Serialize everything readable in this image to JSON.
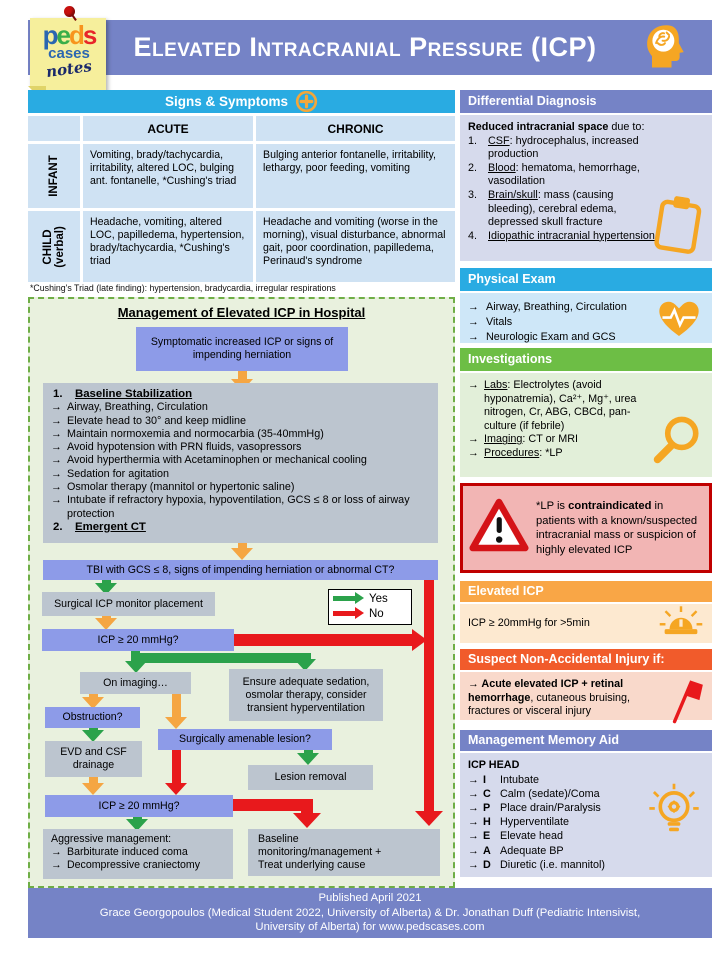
{
  "colors": {
    "header_purple": "#7583C6",
    "cyan": "#29ABE2",
    "table_cell_blue": "#CFE2F3",
    "flow_bg": "#E9F1DE",
    "flow_border_green": "#6FAE46",
    "node_blue": "#8D9BE8",
    "node_gray": "#BCC5CF",
    "arrow_green": "#2BA24B",
    "arrow_red": "#E8191C",
    "arrow_orange": "#F5A643",
    "lavender_body": "#D6DAEC",
    "light_blue_body": "#CEE7F8",
    "green_header": "#6DBE45",
    "light_green_body": "#E2EFD9",
    "warning_bg": "#F2B5B4",
    "warning_border": "#C00000",
    "orange_header": "#F9A646",
    "light_orange_body": "#FDE9D0",
    "deep_orange_header": "#F15B2B",
    "light_salmon_body": "#F9D9CB",
    "icon_orange": "#F5A623",
    "note_yellow": "#F6EF9C"
  },
  "icons": {
    "header": "head-brain-icon",
    "logo": "sticky-note-logo",
    "signs": "plus-circle-icon",
    "differential": "clipboard-icon",
    "physical_exam": "heart-pulse-icon",
    "investigations": "magnifier-icon",
    "lp_warning": "warning-triangle-icon",
    "elevated_icp": "siren-icon",
    "nai": "red-flag-icon",
    "memory_aid": "lightbulb-gear-icon"
  },
  "glyphs": {
    "arrow": "→"
  },
  "header": {
    "title": "Elevated Intracranial Pressure (ICP)",
    "logo": {
      "p": "p",
      "e": "e",
      "d": "d",
      "s": "s",
      "cases": "cases",
      "notes": "notes"
    }
  },
  "signs": {
    "title": "Signs & Symptoms",
    "col_acute": "ACUTE",
    "col_chronic": "CHRONIC",
    "rows": [
      {
        "label": "INFANT",
        "acute": "Vomiting, brady/tachycardia, irritability, altered LOC, bulging ant. fontanelle, *Cushing's triad",
        "chronic": "Bulging anterior fontanelle, irritability, lethargy, poor feeding, vomiting"
      },
      {
        "label": "CHILD",
        "sublabel": "(verbal)",
        "acute": "Headache, vomiting, altered LOC, papilledema, hypertension, brady/tachycardia, *Cushing's triad",
        "chronic": "Headache and vomiting (worse in the morning), visual disturbance, abnormal gait, poor coordination, papilledema, Perinaud's syndrome"
      }
    ],
    "footnote": "*Cushing's Triad (late finding): hypertension, bradycardia, irregular respirations"
  },
  "flow": {
    "title": "Management of Elevated ICP in Hospital",
    "symptomatic": "Symptomatic increased ICP or signs of impending herniation",
    "stab": {
      "n1": "1.",
      "h1": "Baseline Stabilization",
      "items": [
        "Airway, Breathing, Circulation",
        "Elevate head to 30° and keep midline",
        "Maintain normoxemia and normocarbia (35-40mmHg)",
        "Avoid hypotension with PRN fluids, vasopressors",
        "Avoid hyperthermia with Acetaminophen or mechanical cooling",
        "Sedation for agitation",
        "Osmolar therapy (mannitol or hypertonic saline)",
        "Intubate if refractory hypoxia, hypoventilation, GCS ≤ 8 or loss of airway protection"
      ],
      "n2": "2.",
      "h2": "Emergent CT"
    },
    "tbi": "TBI with GCS ≤ 8, signs of impending herniation or abnormal CT?",
    "monitor": "Surgical ICP monitor placement",
    "legend": {
      "yes": "Yes",
      "no": "No"
    },
    "icp1": "ICP ≥ 20 mmHg?",
    "imaging": "On imaging…",
    "ensure": "Ensure adequate sedation, osmolar therapy, consider transient hyperventilation",
    "obstruction": "Obstruction?",
    "evd": "EVD and CSF drainage",
    "lesionq": "Surgically amenable lesion?",
    "removal": "Lesion removal",
    "icp2": "ICP ≥ 20 mmHg?",
    "aggressive": {
      "title": "Aggressive management:",
      "items": [
        "Barbiturate induced coma",
        "Decompressive craniectomy"
      ]
    },
    "baseline": "Baseline monitoring/management + Treat underlying cause"
  },
  "dd": {
    "title": "Differential Diagnosis",
    "intro_bold": "Reduced intracranial space",
    "intro_rest": " due to:",
    "items": [
      {
        "num": "1.",
        "lead": "CSF",
        "rest": ": hydrocephalus, increased production"
      },
      {
        "num": "2.",
        "lead": "Blood",
        "rest": ": hematoma, hemorrhage, vasodilation"
      },
      {
        "num": "3.",
        "lead": "Brain/skull",
        "rest": ": mass (causing bleeding), cerebral edema, depressed skull fracture"
      },
      {
        "num": "4.",
        "lead": "Idiopathic intracranial hypertension",
        "rest": ""
      }
    ]
  },
  "pe": {
    "title": "Physical Exam",
    "items": [
      "Airway, Breathing, Circulation",
      "Vitals",
      "Neurologic Exam and GCS"
    ]
  },
  "inv": {
    "title": "Investigations",
    "items": [
      {
        "lead": "Labs",
        "rest": ": Electrolytes (avoid hyponatremia), Ca²⁺, Mg⁺, urea nitrogen, Cr, ABG, CBCd, pan-culture (if febrile)"
      },
      {
        "lead": "Imaging",
        "rest": ": CT or MRI"
      },
      {
        "lead": "Procedures",
        "rest": ": *LP"
      }
    ]
  },
  "warn": {
    "pre": "*LP is ",
    "bold": "contraindicated",
    "post": " in patients with a known/suspected intracranial mass or suspicion of highly elevated ICP"
  },
  "eicp": {
    "title": "Elevated ICP",
    "body": "ICP ≥ 20mmHg for >5min"
  },
  "nai": {
    "title": "Suspect Non-Accidental Injury if:",
    "bold": "Acute elevated ICP + retinal hemorrhage",
    "rest": ", cutaneous bruising, fractures or visceral injury"
  },
  "mem": {
    "title": "Management Memory Aid",
    "heading": "ICP HEAD",
    "items": [
      {
        "letter": "I",
        "text": "Intubate"
      },
      {
        "letter": "C",
        "text": "Calm (sedate)/Coma"
      },
      {
        "letter": "P",
        "text": "Place drain/Paralysis"
      },
      {
        "letter": "H",
        "text": "Hyperventilate"
      },
      {
        "letter": "E",
        "text": "Elevate head"
      },
      {
        "letter": "A",
        "text": "Adequate BP"
      },
      {
        "letter": "D",
        "text": "Diuretic (i.e. mannitol)"
      }
    ]
  },
  "footer": {
    "line1": "Published April 2021",
    "line2a": "Grace Georgopoulos (Medical Student 2022, University of Alberta) & Dr. Jonathan Duff (Pediatric Intensivist,",
    "line2b": "University of Alberta) for www.pedscases.com"
  }
}
